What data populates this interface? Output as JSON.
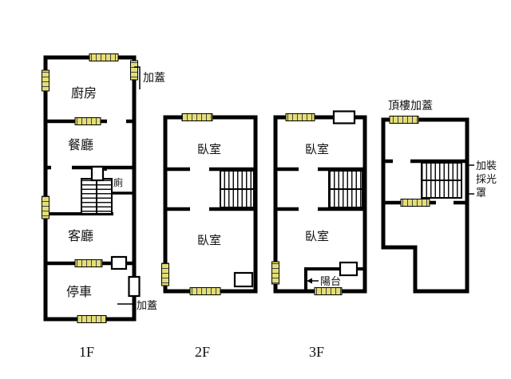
{
  "colors": {
    "wall": "#000000",
    "window": "#e3de76",
    "background": "#ffffff"
  },
  "plans": {
    "p1": {
      "floor_label": "1F",
      "rooms": {
        "kitchen": "廚房",
        "dining": "餐廳",
        "living": "客廳",
        "parking": "停車",
        "toilet": "廁"
      },
      "annotations": {
        "addition_top": "加蓋",
        "addition_bottom": "加蓋"
      }
    },
    "p2": {
      "floor_label": "2F",
      "rooms": {
        "bedroom_top": "臥室",
        "bedroom_bottom": "臥室"
      }
    },
    "p3": {
      "floor_label": "3F",
      "rooms": {
        "bedroom_top": "臥室",
        "bedroom_bottom": "臥室",
        "balcony": "陽台"
      }
    },
    "p4": {
      "annotations": {
        "rooftop_addition": "頂樓加蓋",
        "skylight_line1": "加裝",
        "skylight_line2": "採光",
        "skylight_line3": "罩"
      }
    }
  }
}
